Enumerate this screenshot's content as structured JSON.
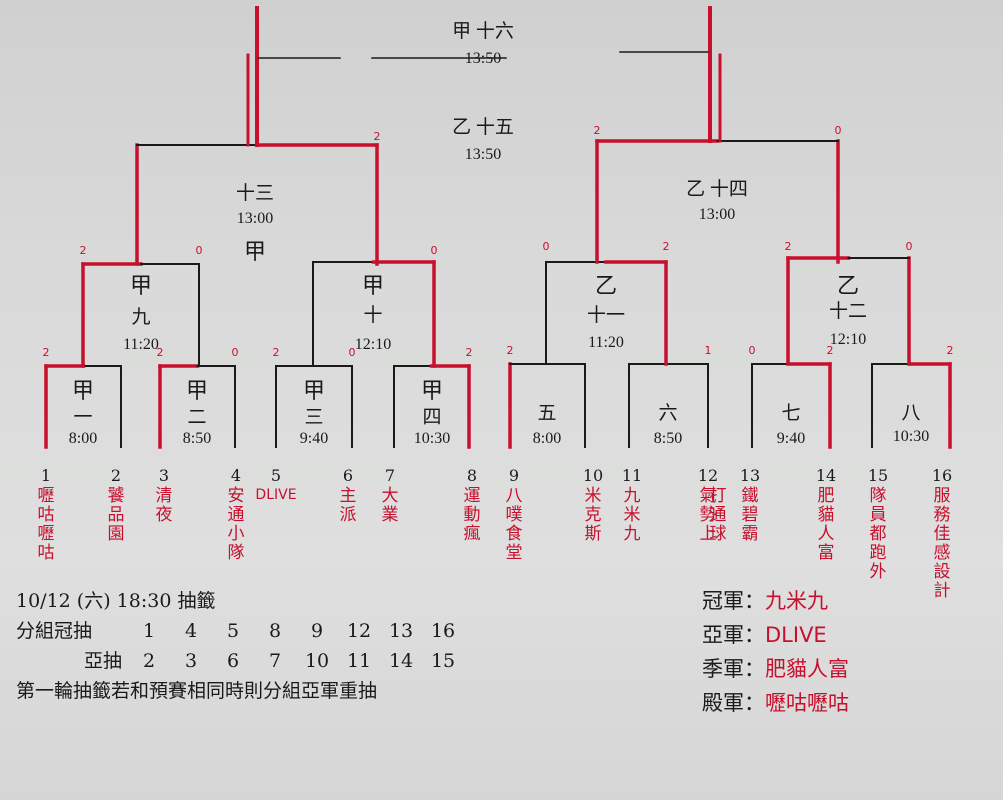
{
  "matches": [
    {
      "id": "m1",
      "label": "一",
      "time": "8:00",
      "winner": "甲",
      "s1": "2",
      "s2": ""
    },
    {
      "id": "m2",
      "label": "二",
      "time": "8:50",
      "winner": "甲",
      "s1": "2",
      "s2": "0"
    },
    {
      "id": "m3",
      "label": "三",
      "time": "9:40",
      "winner": "甲",
      "s1": "2",
      "s2": "0"
    },
    {
      "id": "m4",
      "label": "四",
      "time": "10:30",
      "winner": "甲",
      "s1": "",
      "s2": "2"
    },
    {
      "id": "m5",
      "label": "五",
      "time": "8:00",
      "winner": "",
      "s1": "2",
      "s2": ""
    },
    {
      "id": "m6",
      "label": "六",
      "time": "8:50",
      "winner": "",
      "s1": "",
      "s2": "1"
    },
    {
      "id": "m7",
      "label": "七",
      "time": "9:40",
      "winner": "",
      "s1": "0",
      "s2": "2"
    },
    {
      "id": "m8",
      "label": "八",
      "time": "10:30",
      "winner": "",
      "s1": "",
      "s2": "2"
    },
    {
      "id": "m9",
      "label": "九",
      "time": "11:20",
      "winner": "甲",
      "s1": "2",
      "s2": "0"
    },
    {
      "id": "m10",
      "label": "十",
      "time": "12:10",
      "winner": "甲",
      "s1": "",
      "s2": "0"
    },
    {
      "id": "m11",
      "label": "十一",
      "time": "11:20",
      "winner": "乙",
      "s1": "0",
      "s2": "2"
    },
    {
      "id": "m12",
      "label": "十二",
      "time": "12:10",
      "winner": "乙",
      "s1": "2",
      "s2": "0"
    },
    {
      "id": "m13",
      "label": "十三",
      "time": "13:00",
      "winner": "甲",
      "s1": "",
      "s2": "2"
    },
    {
      "id": "m14",
      "label": "十四",
      "time": "13:00",
      "winner": "乙",
      "s1": "2",
      "s2": "0"
    },
    {
      "id": "m15",
      "label": "十五",
      "time": "13:50",
      "winner": "乙",
      "s1": "",
      "s2": ""
    },
    {
      "id": "m16",
      "label": "十六",
      "time": "13:50",
      "winner": "甲",
      "s1": "",
      "s2": ""
    }
  ],
  "teams": [
    {
      "num": "1",
      "name": "嚦咕嚦咕"
    },
    {
      "num": "2",
      "name": "饕品園"
    },
    {
      "num": "3",
      "name": "清夜"
    },
    {
      "num": "4",
      "name": "安通小隊"
    },
    {
      "num": "5",
      "name": "DLIVE"
    },
    {
      "num": "6",
      "name": "主派"
    },
    {
      "num": "7",
      "name": "大業"
    },
    {
      "num": "8",
      "name": "運動瘋"
    },
    {
      "num": "9",
      "name": "八噗食堂"
    },
    {
      "num": "10",
      "name": "米克斯"
    },
    {
      "num": "11",
      "name": "九米九"
    },
    {
      "num": "12",
      "name": "氣勢上"
    },
    {
      "num": "",
      "name": "打通球"
    },
    {
      "num": "13",
      "name": "鐵碧霸"
    },
    {
      "num": "14",
      "name": "肥貓人富"
    },
    {
      "num": "15",
      "name": "隊員都跑外"
    },
    {
      "num": "16",
      "name": "服務佳感設計"
    }
  ],
  "notes": {
    "draw": "10/12 (六) 18:30 抽籤",
    "champ_label": "分組冠抽",
    "champ_nums": [
      "1",
      "4",
      "5",
      "8",
      "9",
      "12",
      "13",
      "16"
    ],
    "runner_label": "亞抽",
    "runner_nums": [
      "2",
      "3",
      "6",
      "7",
      "10",
      "11",
      "14",
      "15"
    ],
    "rule": "第一輪抽籤若和預賽相同時則分組亞軍重抽"
  },
  "results": [
    {
      "label": "冠軍：",
      "value": "九米九"
    },
    {
      "label": "亞軍：",
      "value": "DLIVE"
    },
    {
      "label": "季軍：",
      "value": "肥貓人富"
    },
    {
      "label": "殿軍：",
      "value": "嚦咕嚦咕"
    }
  ],
  "colors": {
    "ink": "#1a1a1a",
    "marker": "#c8102e",
    "paper": "#d9dad9"
  }
}
